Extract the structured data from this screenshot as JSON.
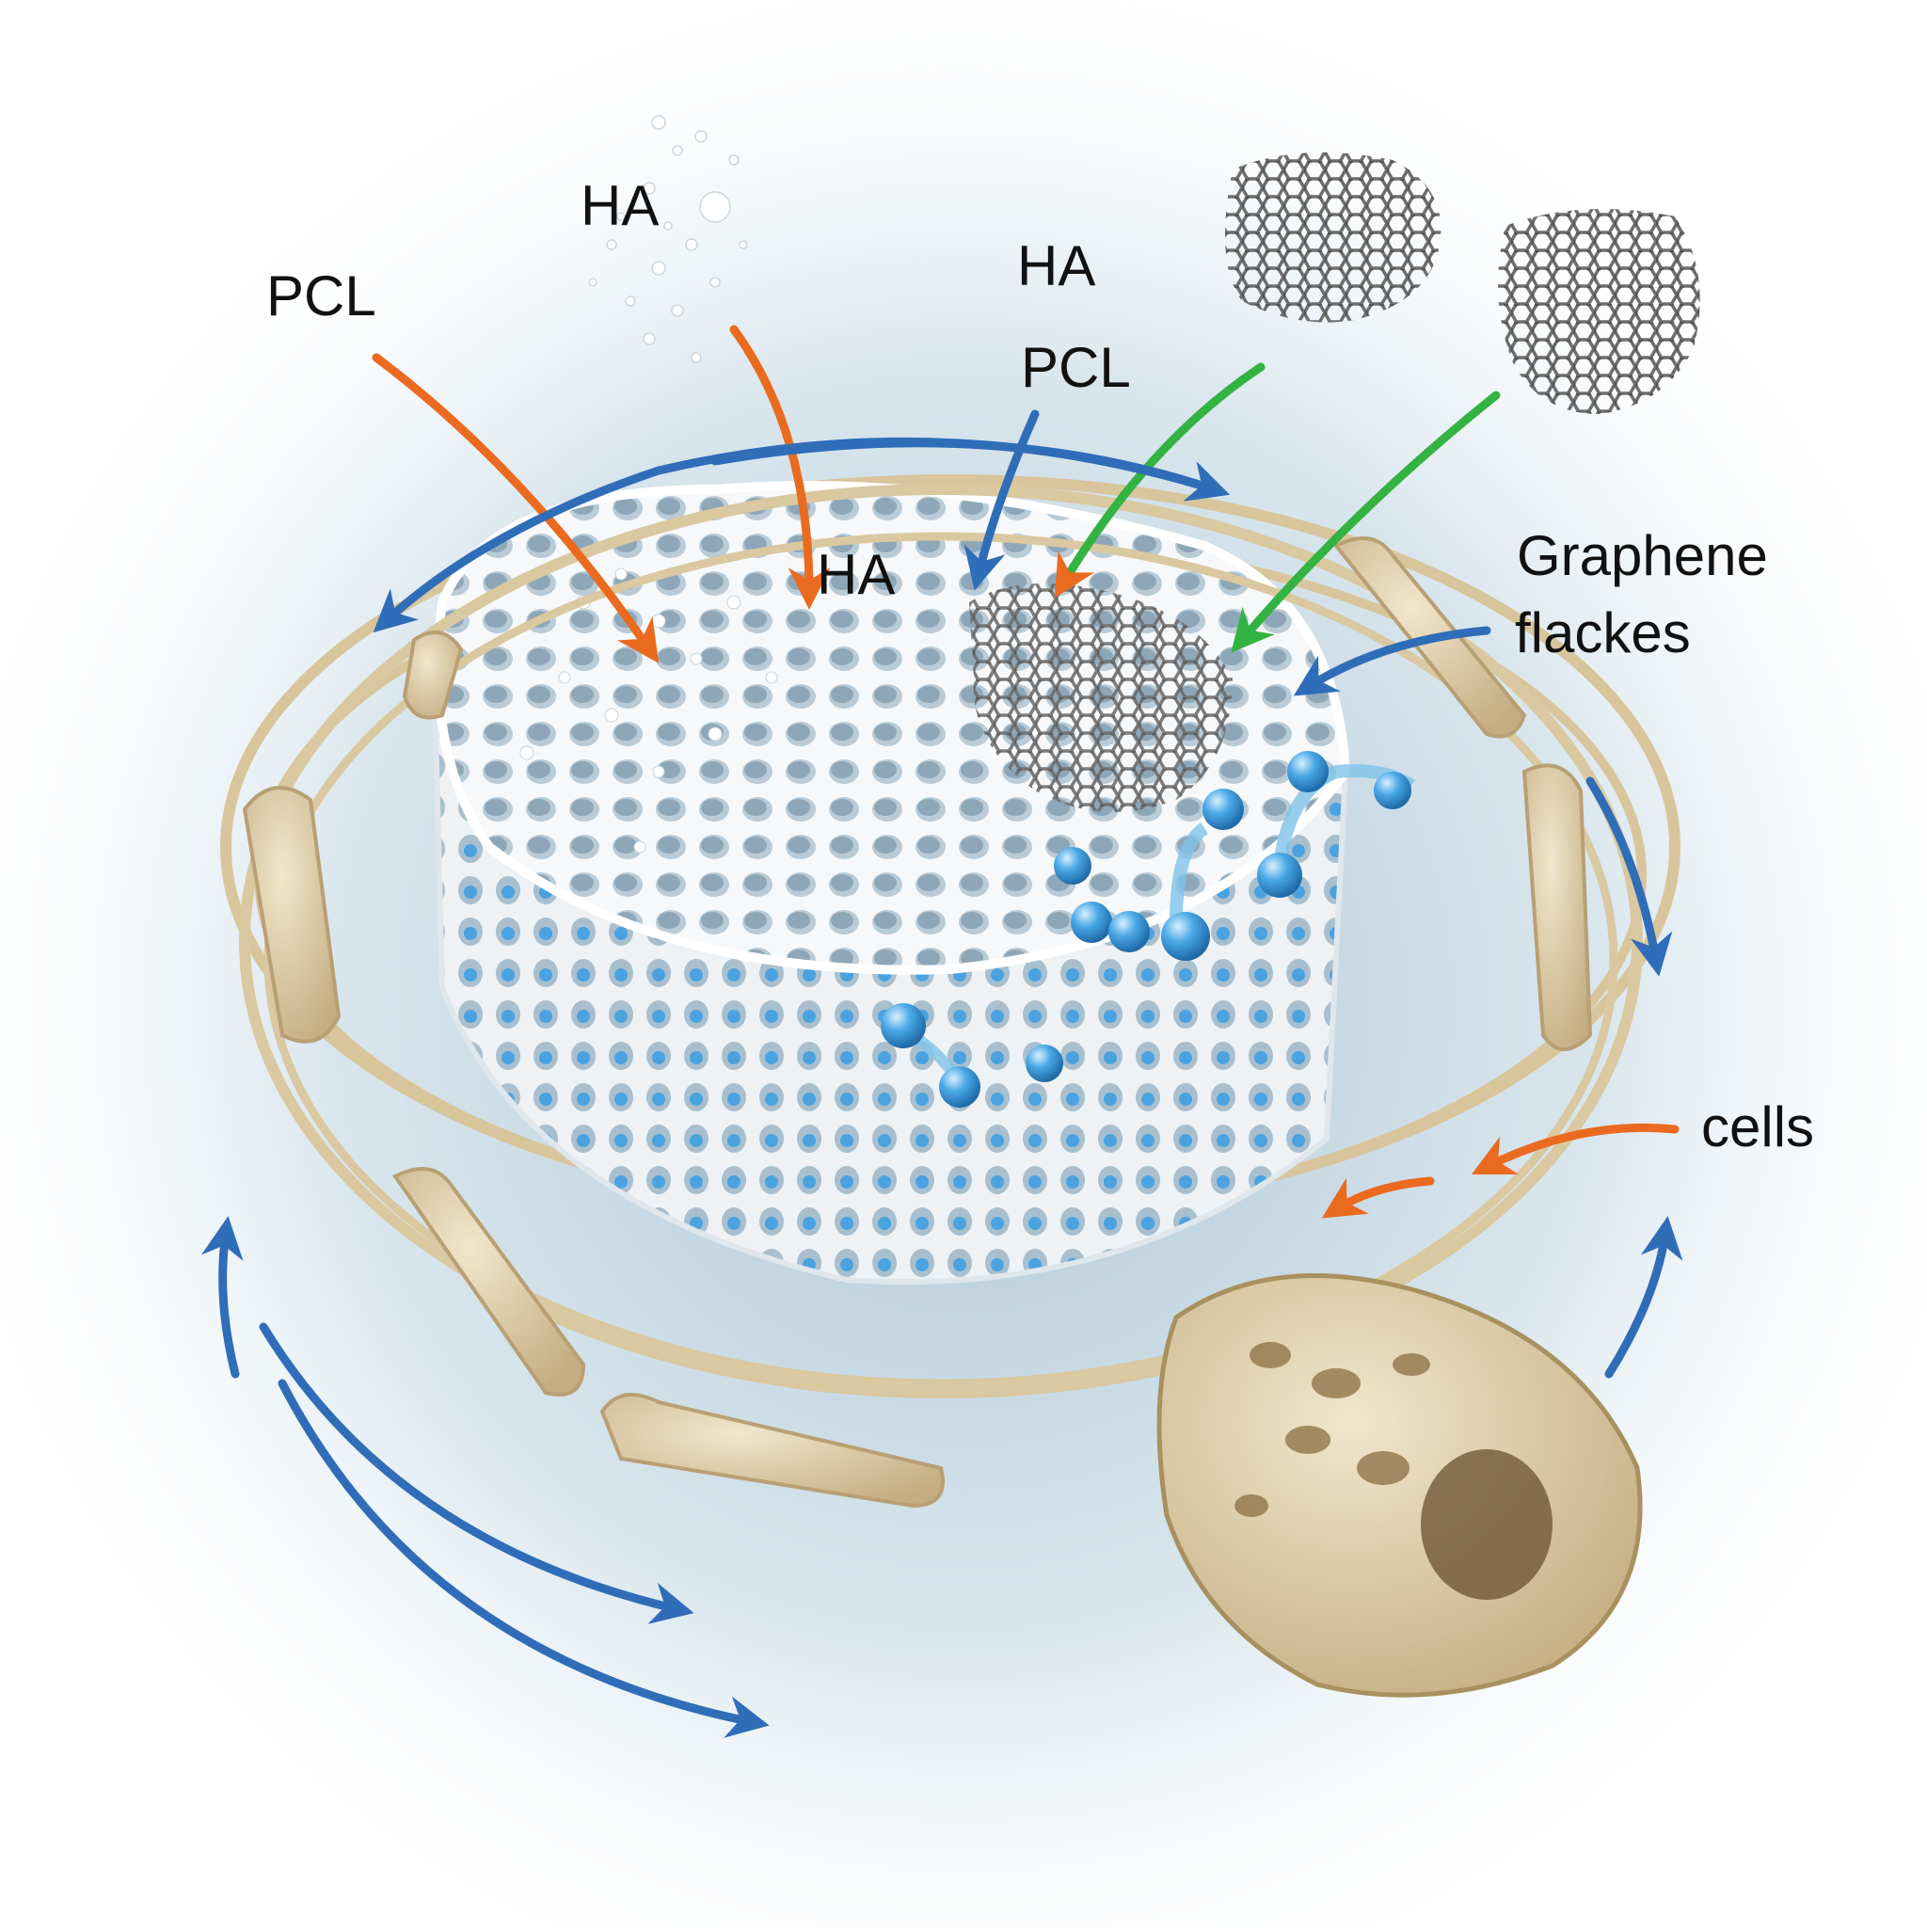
{
  "labels": {
    "pcl_left": "PCL",
    "ha_top_left": "HA",
    "ha_top_center": "HA",
    "pcl_center": "PCL",
    "ha_scaffold": "HA",
    "graphene_line1": "Graphene",
    "graphene_line2": "flackes",
    "cells": "cells"
  },
  "colors": {
    "background_glow": "#c9dbe6",
    "scaffold": "#f4f6f8",
    "scaffold_pore": "#b8cad6",
    "bone": "#e3d3b0",
    "bone_dark": "#c9b48a",
    "cell_blue": "#3f9ddc",
    "graphene": "#6d6d6d",
    "arrow_orange": "#ea6a1f",
    "arrow_green": "#33b341",
    "arrow_blue": "#2f6db8"
  }
}
